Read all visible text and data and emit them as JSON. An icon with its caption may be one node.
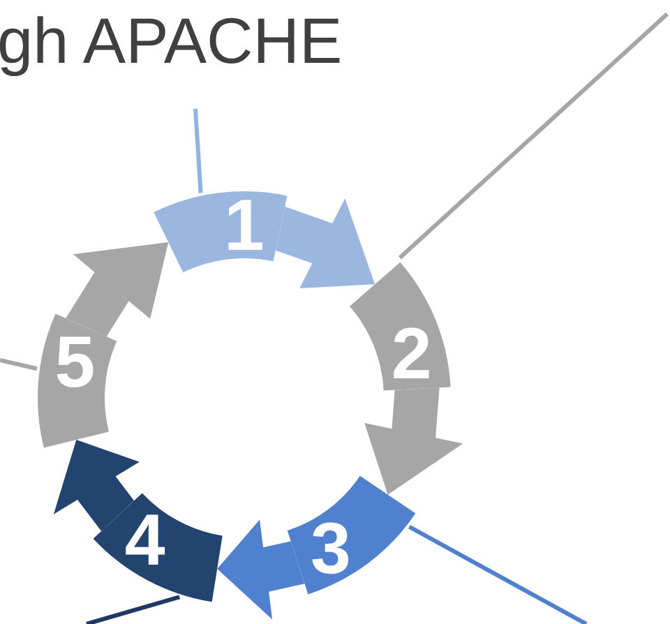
{
  "diagram": {
    "title": "gh APACHE",
    "nodes": [
      {
        "text": [
          "1"
        ]
      },
      {
        "text": [
          "2"
        ]
      },
      {
        "text": [
          "3"
        ]
      },
      {
        "text": [
          "4"
        ]
      },
      {
        "text": [
          "5"
        ]
      }
    ],
    "edges": [
      {
        "from": 0,
        "to": null,
        "arrow": "none",
        "color": "#8eb4e3"
      },
      {
        "from": 1,
        "to": null,
        "arrow": "none",
        "color": "#a6a6a6"
      },
      {
        "from": 2,
        "to": null,
        "arrow": "none",
        "color": "#4f81cf"
      },
      {
        "from": 3,
        "to": null,
        "arrow": "none",
        "color": "#1f3864"
      },
      {
        "from": 4,
        "to": null,
        "arrow": "none",
        "color": "#a6a6a6"
      },
      {
        "from": 0,
        "to": 1,
        "arrow": "to",
        "color": "#9bb7e0"
      },
      {
        "from": 1,
        "to": 2,
        "arrow": "to",
        "color": "#a6a6a6"
      },
      {
        "from": 2,
        "to": 3,
        "arrow": "to",
        "color": "#4f81cf"
      },
      {
        "from": 3,
        "to": 4,
        "arrow": "to",
        "color": "#244470"
      },
      {
        "from": 4,
        "to": 0,
        "arrow": "to",
        "color": "#a6a6a6"
      }
    ]
  }
}
